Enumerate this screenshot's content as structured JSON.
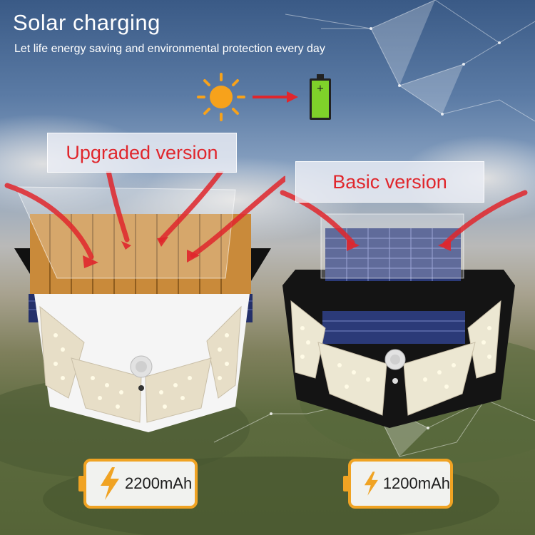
{
  "header": {
    "title": "Solar charging",
    "subtitle": "Let life energy saving and environmental protection every day"
  },
  "icons": {
    "sun": "sun-icon",
    "arrow": "arrow-right-icon",
    "battery": "battery-charging-icon",
    "bolt": "lightning-bolt-icon"
  },
  "versions": {
    "upgraded": {
      "label": "Upgraded version",
      "capacity": "2200mAh"
    },
    "basic": {
      "label": "Basic version",
      "capacity": "1200mAh"
    }
  },
  "colors": {
    "accent_red": "#e0262c",
    "battery_orange": "#f0a323",
    "sun_orange": "#f7a21b"
  }
}
